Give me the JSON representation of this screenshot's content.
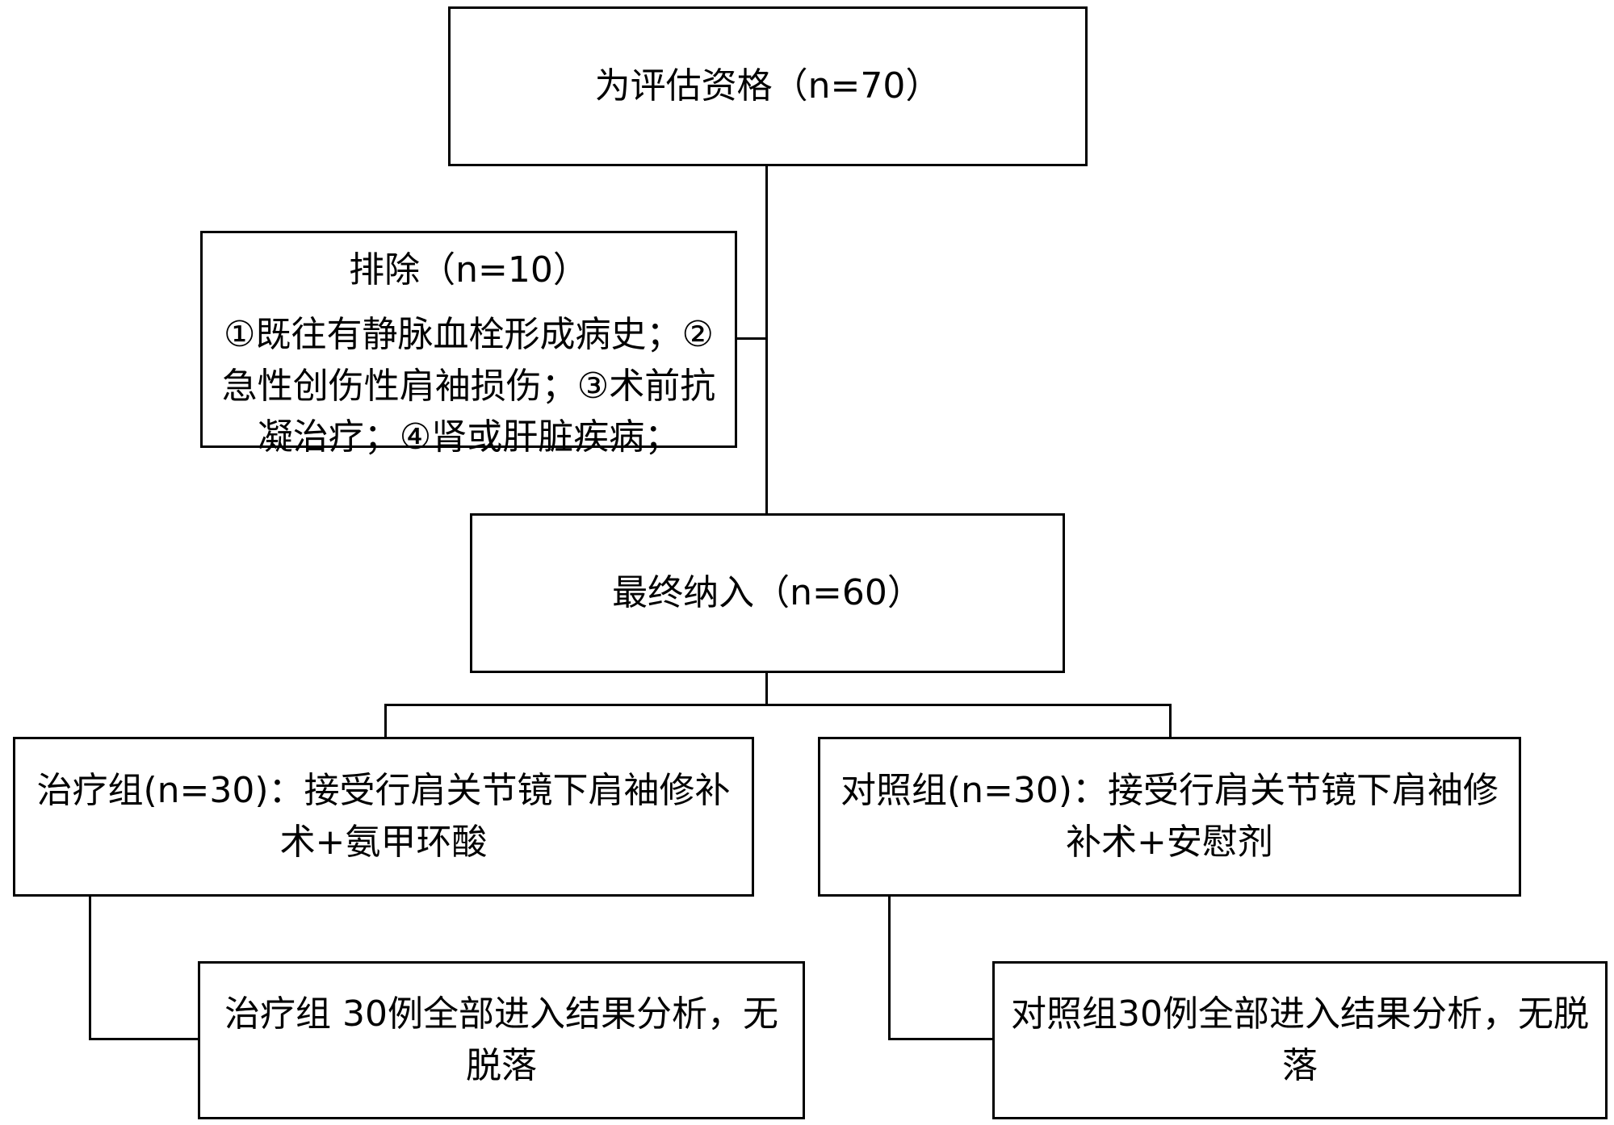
{
  "diagram": {
    "eligible": "为评估资格（n=70）",
    "excluded": {
      "title": "排除（n=10）",
      "lines": [
        "①既往有静脉血栓形成病史；②",
        "急性创伤性肩袖损伤；③术前抗",
        "凝治疗；④肾或肝脏疾病；"
      ]
    },
    "enrolled": "最终纳入（n=60）",
    "treatment": {
      "lines": [
        "治疗组(n=30)：接受行肩关节镜下肩袖修补",
        "术+氨甲环酸"
      ]
    },
    "control": {
      "lines": [
        "对照组(n=30)：接受行肩关节镜下肩袖修",
        "补术+安慰剂"
      ]
    },
    "treatment_result": {
      "lines": [
        "治疗组 30例全部进入结果分析，无",
        "脱落"
      ]
    },
    "control_result": {
      "lines": [
        "对照组30例全部进入结果分析，无脱",
        "落"
      ]
    }
  }
}
